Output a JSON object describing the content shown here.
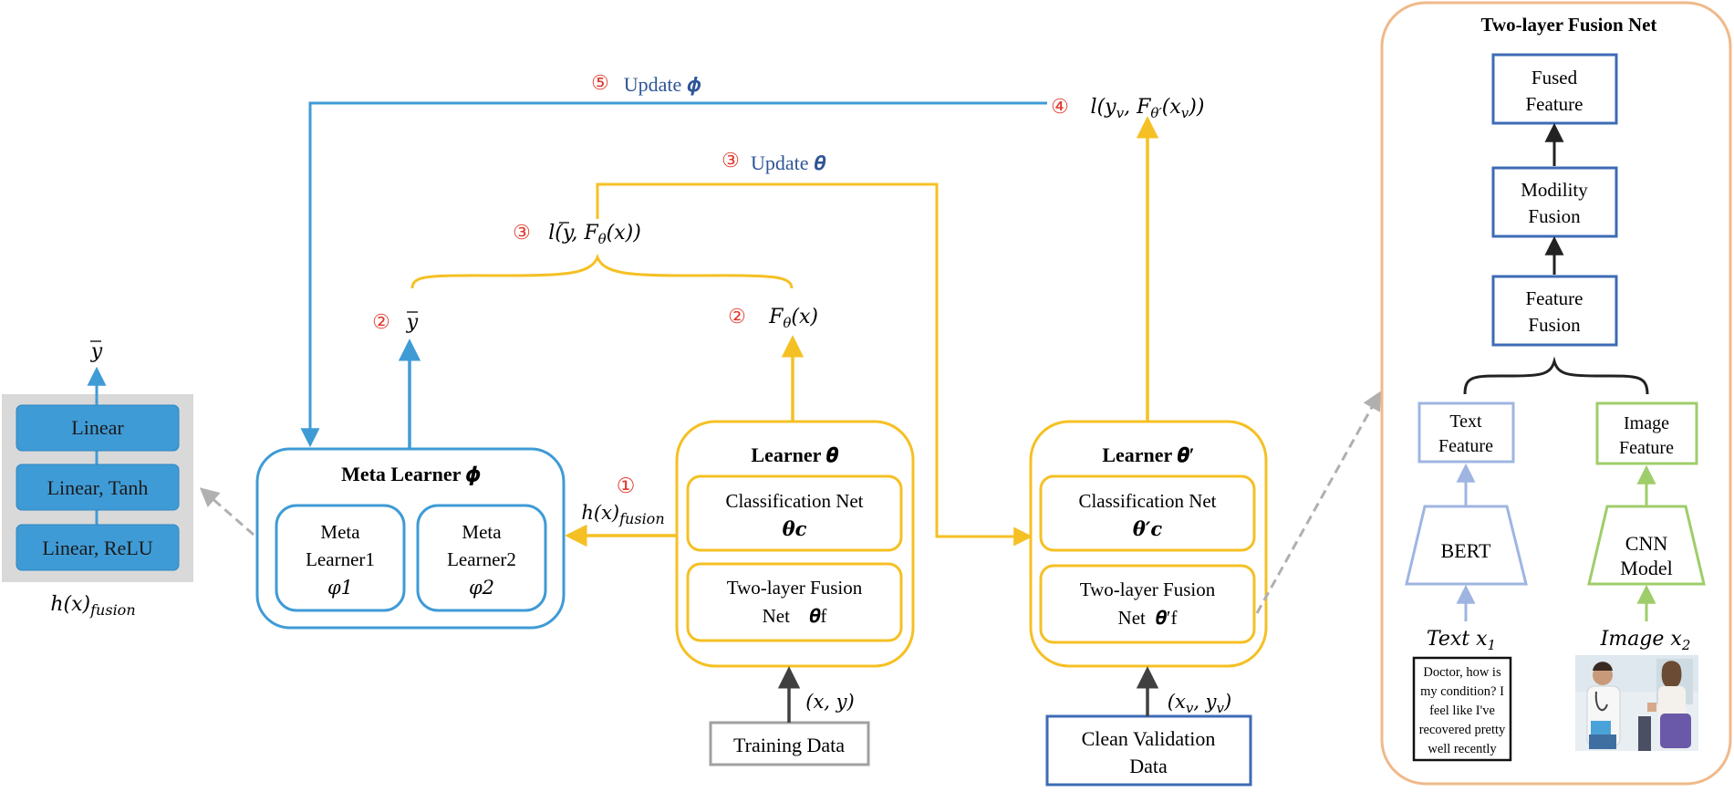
{
  "colors": {
    "blue": "#3f9bd6",
    "yellow": "#f5c024",
    "orange_border": "#f0b98a",
    "dark_blue": "#3d6bb5",
    "light_blue": "#9fb5e1",
    "green": "#9fcd6a",
    "gray": "#a0a0a0",
    "dark": "#404040",
    "red": "#e03a2e",
    "update_text": "#2f5597"
  },
  "steps": {
    "s1": "①",
    "s2a": "②",
    "s2b": "②",
    "s3a": "③",
    "s3b": "③",
    "s4": "④",
    "s5": "⑤"
  },
  "labels": {
    "update_phi": "Update 𝝓",
    "update_theta": "Update 𝜽",
    "loss_meta": "l(yv, Fθ′(xv))",
    "loss_train": "l(y¯, Fθ(x))",
    "ybar": "y¯",
    "f_theta_x": "Fθ(x)",
    "h_fusion": "h(x)fusion",
    "xy": "(x, y)",
    "xv_yv": "(xv, yv)"
  },
  "left_stack": {
    "top_label": "y¯",
    "layers": [
      "Linear",
      "Linear, Tanh",
      "Linear, ReLU"
    ],
    "caption": "h(x)fusion"
  },
  "meta_learner": {
    "title": "Meta Learner 𝝓",
    "sub1": [
      "Meta",
      "Learner1",
      "φ1"
    ],
    "sub2": [
      "Meta",
      "Learner2",
      "φ2"
    ]
  },
  "learner": {
    "title": "Learner 𝜽",
    "classification": [
      "Classification Net",
      "𝜽c"
    ],
    "fusion": [
      "Two-layer Fusion",
      "Net    𝜽f"
    ]
  },
  "learner_prime": {
    "title": "Learner 𝜽′",
    "classification": [
      "Classification Net",
      "𝜽′c"
    ],
    "fusion": [
      "Two-layer Fusion",
      "Net  𝜽′f"
    ]
  },
  "training_data": "Training Data",
  "clean_validation": [
    "Clean Validation",
    "Data"
  ],
  "fusion_net": {
    "title": "Two-layer Fusion Net",
    "fused": [
      "Fused",
      "Feature"
    ],
    "modility": [
      "Modility",
      "Fusion"
    ],
    "feature_fusion": [
      "Feature",
      "Fusion"
    ],
    "text_feature": [
      "Text",
      "Feature"
    ],
    "image_feature": [
      "Image",
      "Feature"
    ],
    "bert": "BERT",
    "cnn": [
      "CNN",
      "Model"
    ],
    "text_x1": "Text x1",
    "image_x2": "Image x2",
    "doctor_text": [
      "Doctor, how is",
      "my condition? I",
      "feel like I've",
      "recovered pretty",
      "well recently"
    ]
  }
}
